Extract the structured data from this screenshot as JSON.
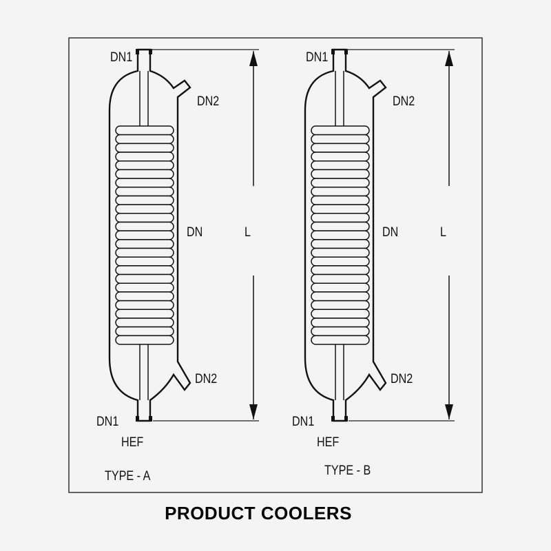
{
  "diagram": {
    "title": "PRODUCT COOLERS",
    "coil_turns": 25,
    "vessels": [
      {
        "type_label": "TYPE - A",
        "top_inlet": "DN1",
        "top_side": "DN2",
        "shell": "DN",
        "length": "L",
        "bottom_side": "DN2",
        "bottom_inlet": "DN1",
        "coil": "HEF"
      },
      {
        "type_label": "TYPE - B",
        "top_inlet": "DN1",
        "top_side": "DN2",
        "shell": "DN",
        "length": "L",
        "bottom_side": "DN2",
        "bottom_inlet": "DN1",
        "coil": "HEF"
      }
    ]
  }
}
